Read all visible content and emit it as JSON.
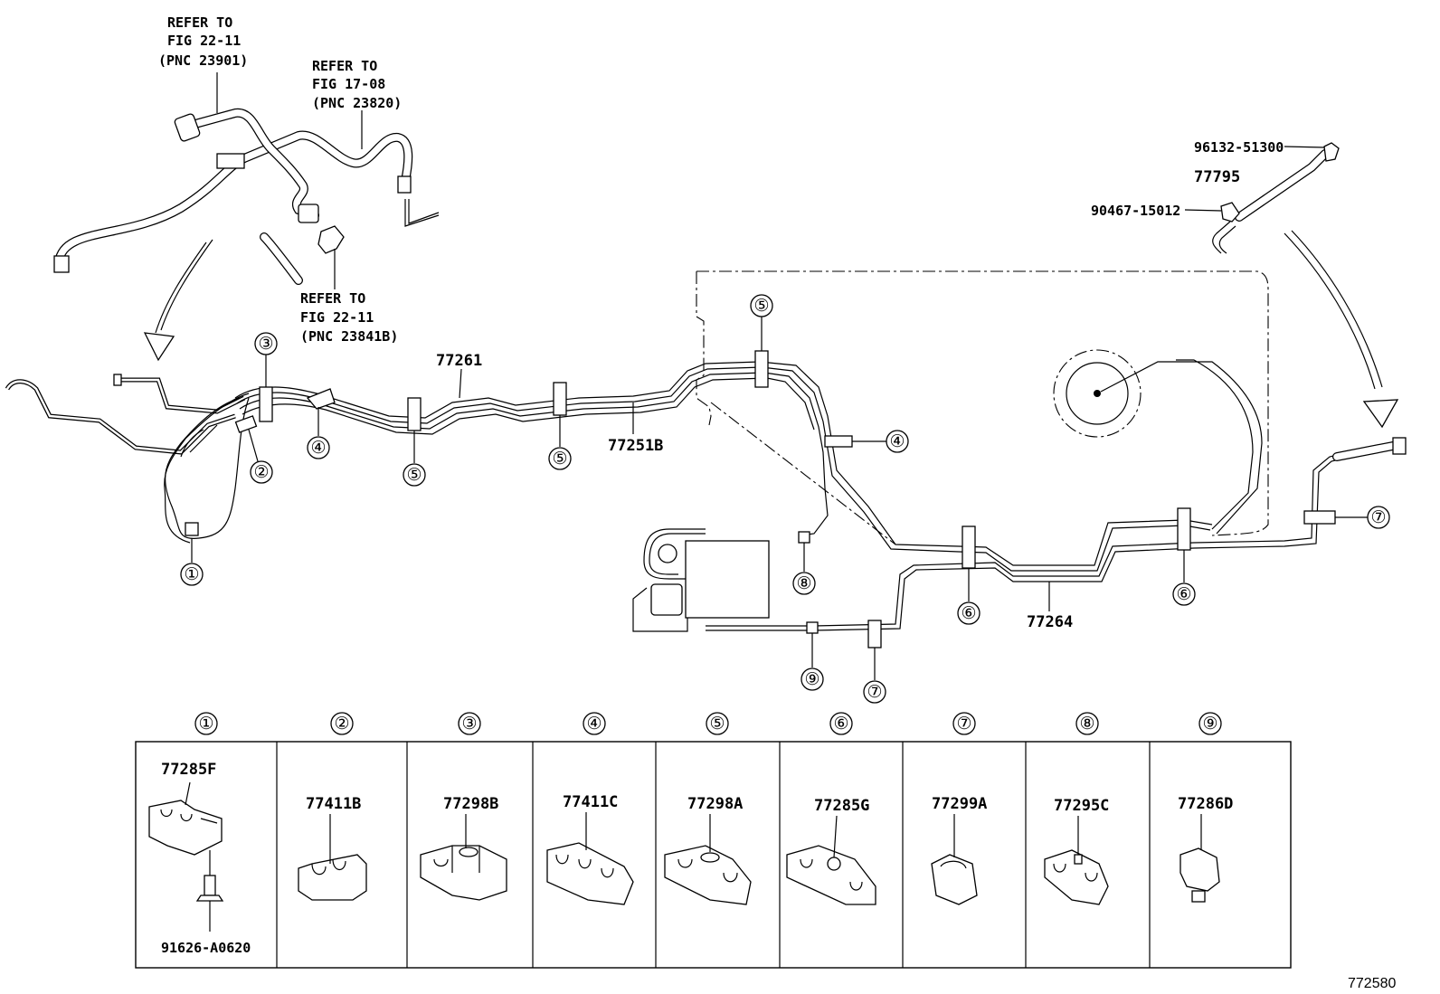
{
  "references": [
    {
      "lines": [
        "REFER TO",
        "FIG 22-11",
        "(PNC 23901)"
      ]
    },
    {
      "lines": [
        "REFER TO",
        "FIG 17-08",
        "(PNC 23820)"
      ]
    },
    {
      "lines": [
        "REFER TO",
        "FIG 22-11",
        "(PNC 23841B)"
      ]
    }
  ],
  "part_labels": {
    "p77261": "77261",
    "p77251B": "77251B",
    "p77264": "77264",
    "p77795": "77795",
    "p96132": "96132-51300",
    "p90467": "90467-15012"
  },
  "callouts": {
    "c1": "①",
    "c2": "②",
    "c3": "③",
    "c4": "④",
    "c5": "⑤",
    "c6": "⑥",
    "c7": "⑦",
    "c8": "⑧",
    "c9": "⑨"
  },
  "clamp_table": [
    {
      "num": "①",
      "part": "77285F",
      "extra": "91626-A0620"
    },
    {
      "num": "②",
      "part": "77411B"
    },
    {
      "num": "③",
      "part": "77298B"
    },
    {
      "num": "④",
      "part": "77411C"
    },
    {
      "num": "⑤",
      "part": "77298A"
    },
    {
      "num": "⑥",
      "part": "77285G"
    },
    {
      "num": "⑦",
      "part": "77299A"
    },
    {
      "num": "⑧",
      "part": "77295C"
    },
    {
      "num": "⑨",
      "part": "77286D"
    }
  ],
  "figure_id": "772580"
}
